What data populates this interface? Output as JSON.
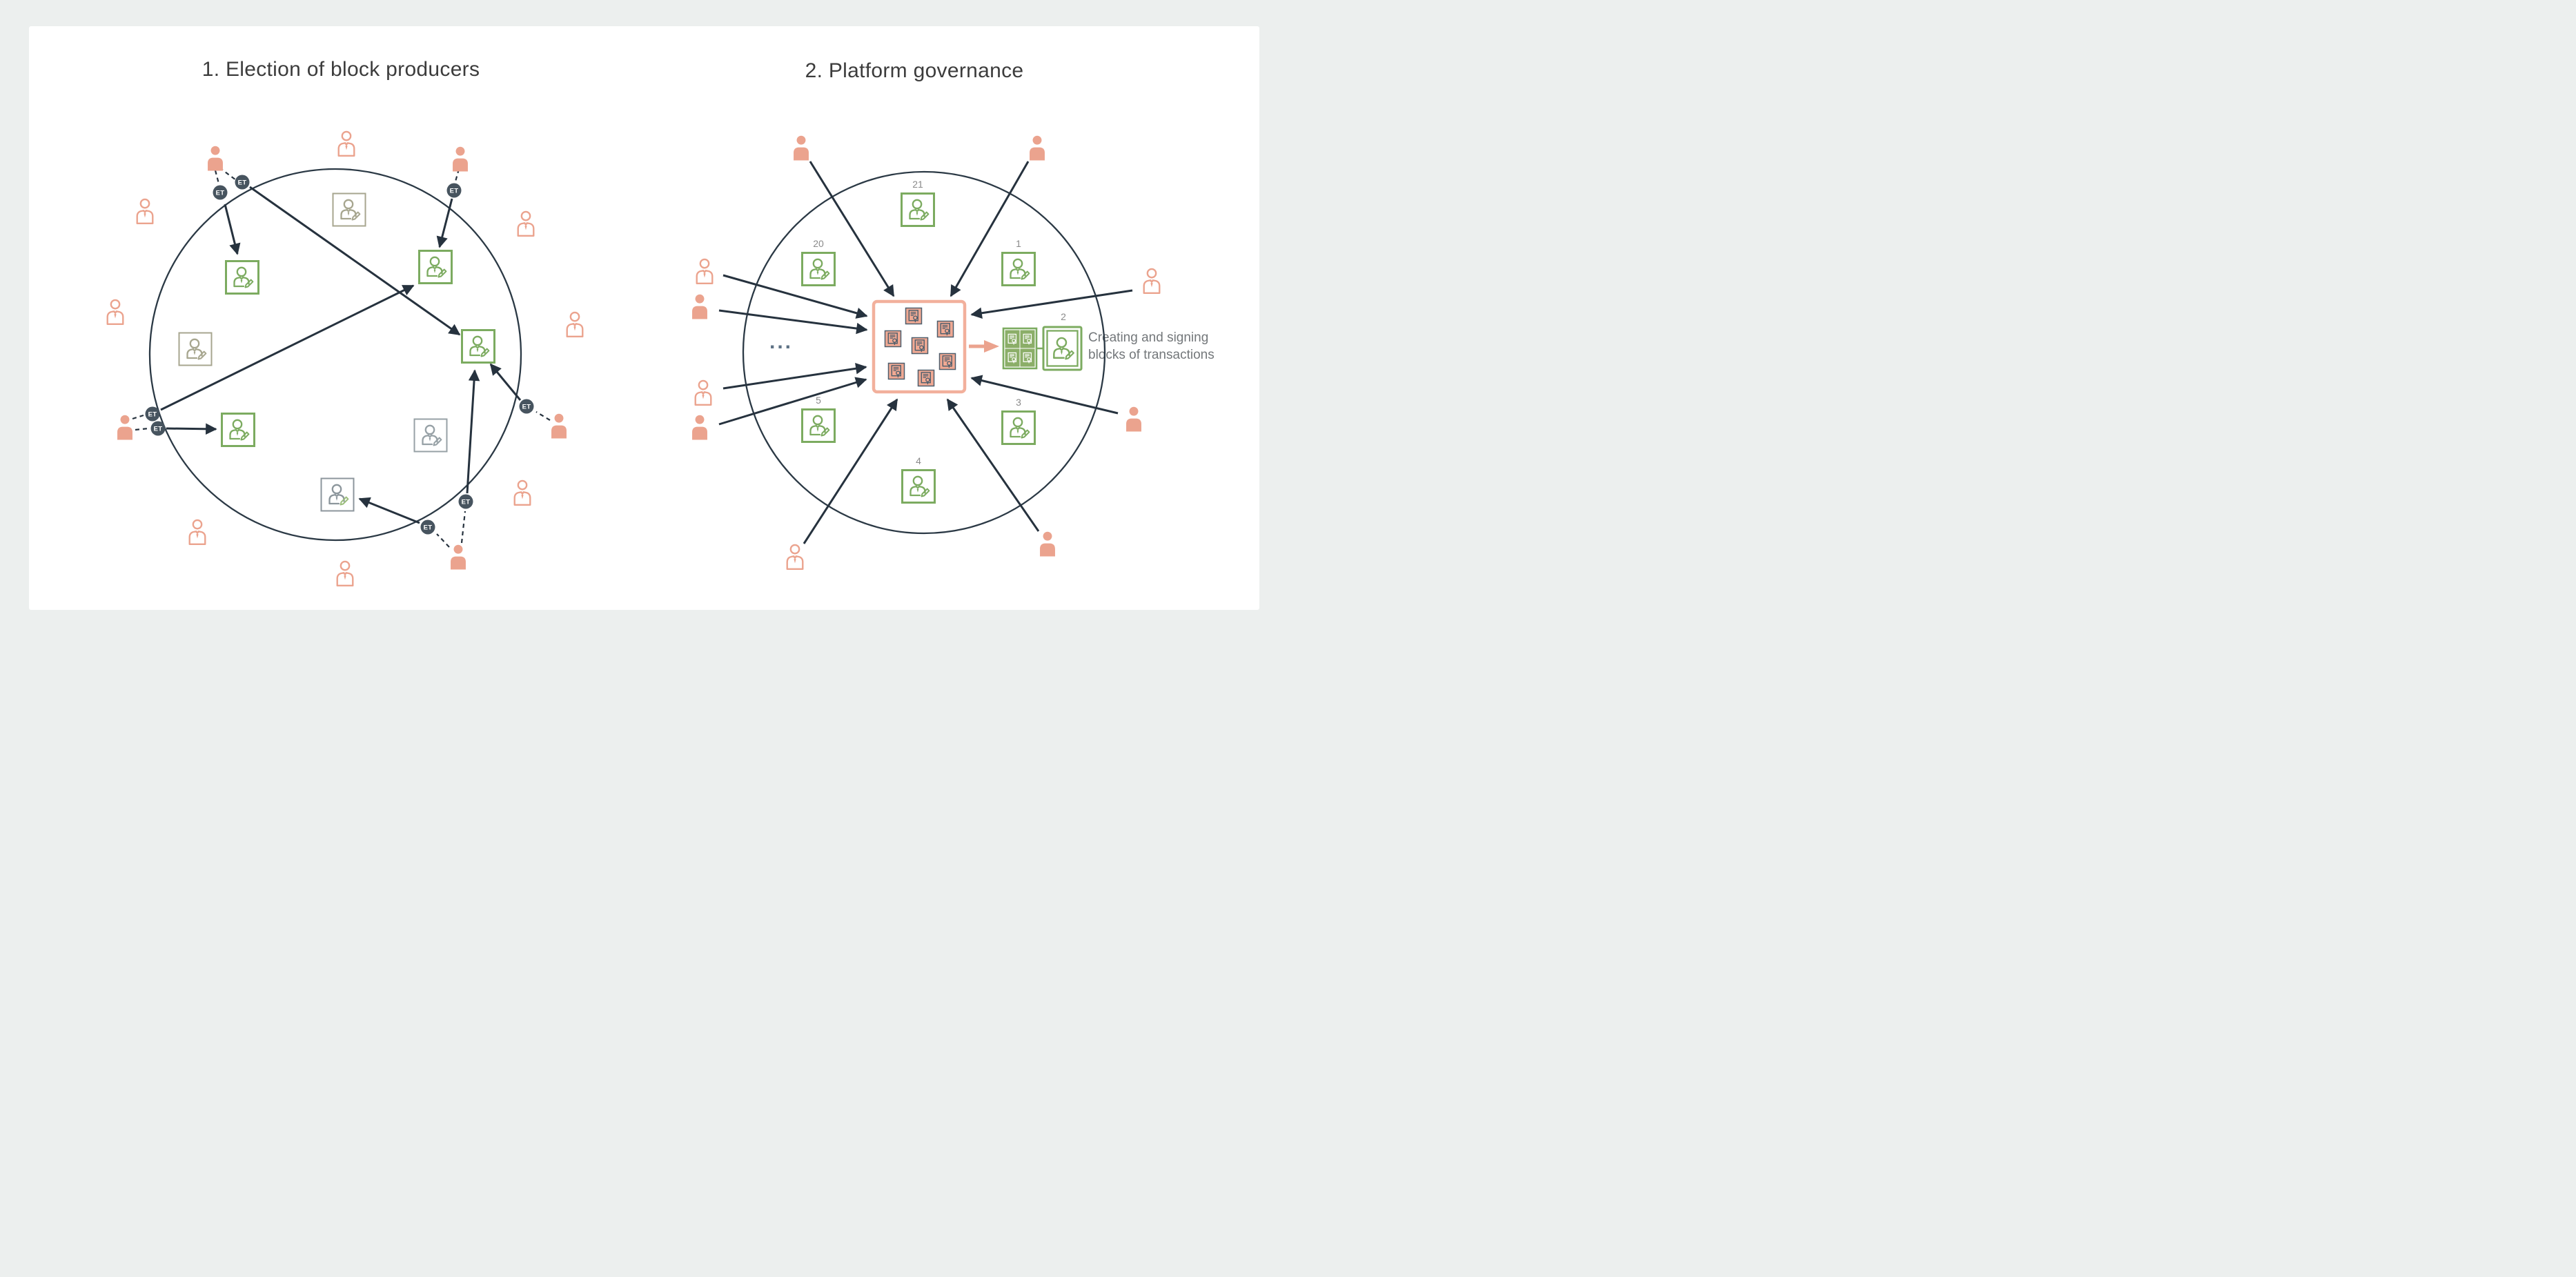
{
  "titles": {
    "left": "1. Election of block producers",
    "right": "2. Platform governance"
  },
  "tokens": {
    "label": "ET"
  },
  "right": {
    "producers": [
      {
        "label": "21"
      },
      {
        "label": "20"
      },
      {
        "label": "1"
      },
      {
        "label": "5"
      },
      {
        "label": "3"
      },
      {
        "label": "4"
      },
      {
        "label": "2"
      }
    ],
    "ellipsis": "...",
    "annotation": {
      "line1": "Creating and signing",
      "line2": "blocks of transactions"
    }
  },
  "colors": {
    "peach": "#EBA38E",
    "peach_light": "#F2B09C",
    "doc_tile": "#F0A993",
    "green": "#7CAB60",
    "green_tile": "#8BAE68",
    "pencil_green": "#9CBE7D",
    "olive_gray": "#A7A68F",
    "cool_gray": "#97A1A6",
    "slate": "#26323E",
    "token_fill": "#47545F",
    "circle_stroke": "#2B3945",
    "number_gray": "#8A8A8A",
    "annotation_gray": "#73777A",
    "background": "#ECEFEE",
    "card": "#FFFFFF"
  }
}
